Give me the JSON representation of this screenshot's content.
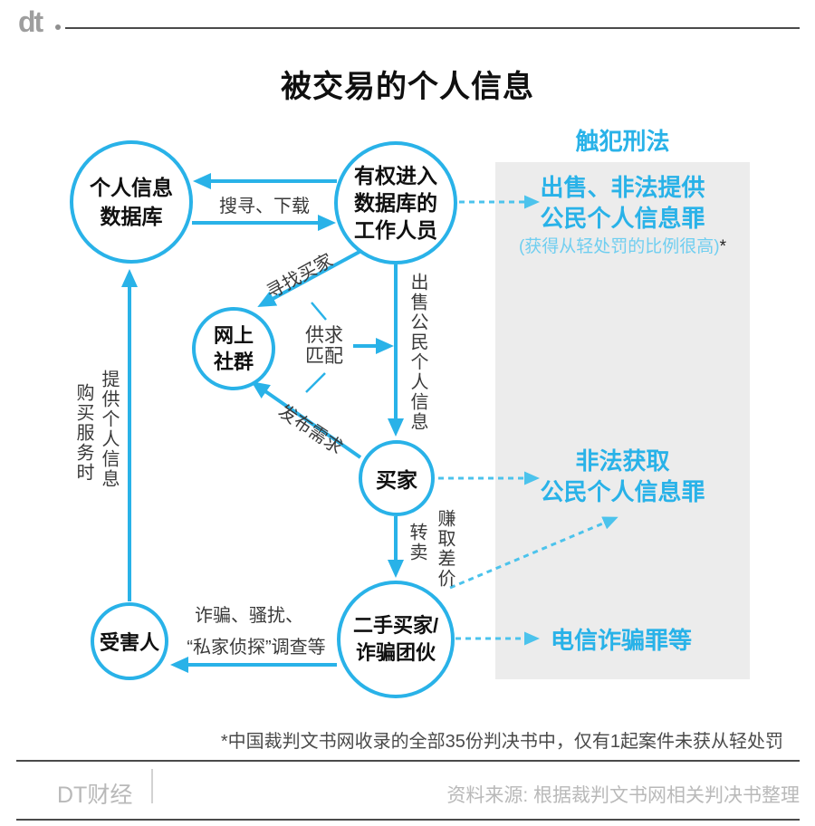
{
  "logo": {
    "text": "dt"
  },
  "title": "被交易的个人信息",
  "panel": {
    "heading": "触犯刑法",
    "crime1": {
      "line1": "出售、非法提供",
      "line2": "公民个人信息罪",
      "note": "(获得从轻处罚的比例很高)",
      "star": "*"
    },
    "crime2": {
      "line1": "非法获取",
      "line2": "公民个人信息罪"
    },
    "crime3": {
      "line1": "电信诈骗罪等"
    }
  },
  "nodes": {
    "database": {
      "lines": [
        "个人信息",
        "数据库"
      ]
    },
    "staff": {
      "lines": [
        "有权进入",
        "数据库的",
        "工作人员"
      ]
    },
    "community": {
      "lines": [
        "网上",
        "社群"
      ]
    },
    "buyer": {
      "label": "买家"
    },
    "secondhand": {
      "lines": [
        "二手买家/",
        "诈骗团伙"
      ]
    },
    "victim": {
      "label": "受害人"
    }
  },
  "edges": {
    "search_download": "搜寻、下载",
    "find_buyers": "寻找买家",
    "supply_demand": {
      "lines": [
        "供求",
        "匹配"
      ]
    },
    "post_demand": "发布需求",
    "sell_info": "出售公民个人信息",
    "resell": "转卖",
    "earn_margin": "赚取差价",
    "harass_line1": "诈骗、骚扰、",
    "harass_line2": "“私家侦探”调查等",
    "provide_info": "提供个人信息",
    "when_buying": "购买服务时"
  },
  "footnote": "*中国裁判文书网收录的全部35份判决书中，仅有1起案件未获从轻处罚",
  "footer": {
    "brand": "DT财经",
    "source": "资料来源: 根据裁判文书网相关判决书整理"
  },
  "colors": {
    "accent": "#29b2e8",
    "accent_light": "#4cc3ec",
    "panel_bg": "#ececec"
  }
}
